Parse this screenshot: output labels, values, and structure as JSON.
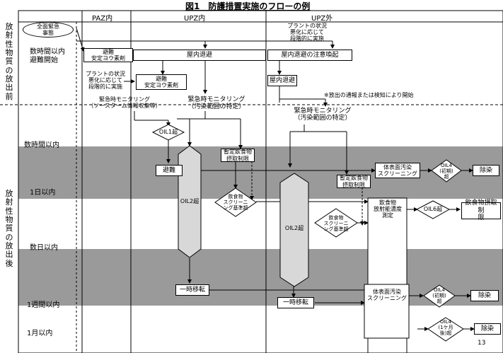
{
  "title": "図1　防護措置実施のフローの例",
  "columns": {
    "paz": "PAZ内",
    "upz_in": "UPZ内",
    "upz_out": "UPZ外"
  },
  "phase": {
    "before": "放\n射\n性\n物\n質\nの\n放\n出\n前",
    "after": "放\n射\n性\n物\n質\nの\n放\n出\n後"
  },
  "time": {
    "hours_start": "数時間以内\n避難開始",
    "hours": "数時間以内",
    "day": "1日以内",
    "days": "数日以内",
    "week": "1週間以内",
    "month": "1月以内"
  },
  "nodes": {
    "general_emergency": "全面緊急\n事態",
    "paz_evac": "避難\n安定ヨウ素剤",
    "plant_upz": "プラントの状況\n悪化に応じて\n段階的に実施",
    "upz_evac": "避難\n安定ヨウ素剤",
    "shelter_upz": "屋内退避",
    "plant_out": "プラントの状況\n悪化に応じて\n段階的に実施",
    "shelter_alert": "屋内退避の注意喚起",
    "shelter_out": "屋内退避",
    "note_release": "※放出の通報または検知により開始",
    "monitor_paz": "緊急時モニタリング\n（ソースターム情報収集等）",
    "monitor_upz": "緊急時モニタリング\n（汚染範囲の特定）",
    "monitor_out": "緊急時モニタリング\n（汚染範囲の特定）",
    "oil1": "OIL1超",
    "evacuate": "避難",
    "oil2_upz": "OIL2超",
    "food_limit_upz": "暫定飲食物\n摂取制限",
    "food_screen_upz": "飲食物\nスクリーニ\nング基準超",
    "body_screen_1": "体表面汚染\nスクリーニング",
    "oil4_1": "OIL4\n(初期)\n超",
    "decon_1": "除染",
    "oil2_out": "OIL2超",
    "food_limit_out": "暫定飲食物\n摂取制限",
    "food_screen_out": "飲食物\nスクリーニ\nング基準超",
    "food_conc": "飲食物\n放射能濃度\n測定",
    "oil6": "OIL6超",
    "food_limit_final": "飲食物摂取制\n限",
    "relocate_upz": "一時移転",
    "relocate_out": "一時移転",
    "body_screen_2": "体表面汚染\nスクリーニング",
    "oil4_2": "OIL4\n(初期)\n超",
    "decon_2": "除染",
    "oil4_3": "OIL4\n(1ケ月\n後)超",
    "decon_3": "除染"
  },
  "page_number": "13"
}
